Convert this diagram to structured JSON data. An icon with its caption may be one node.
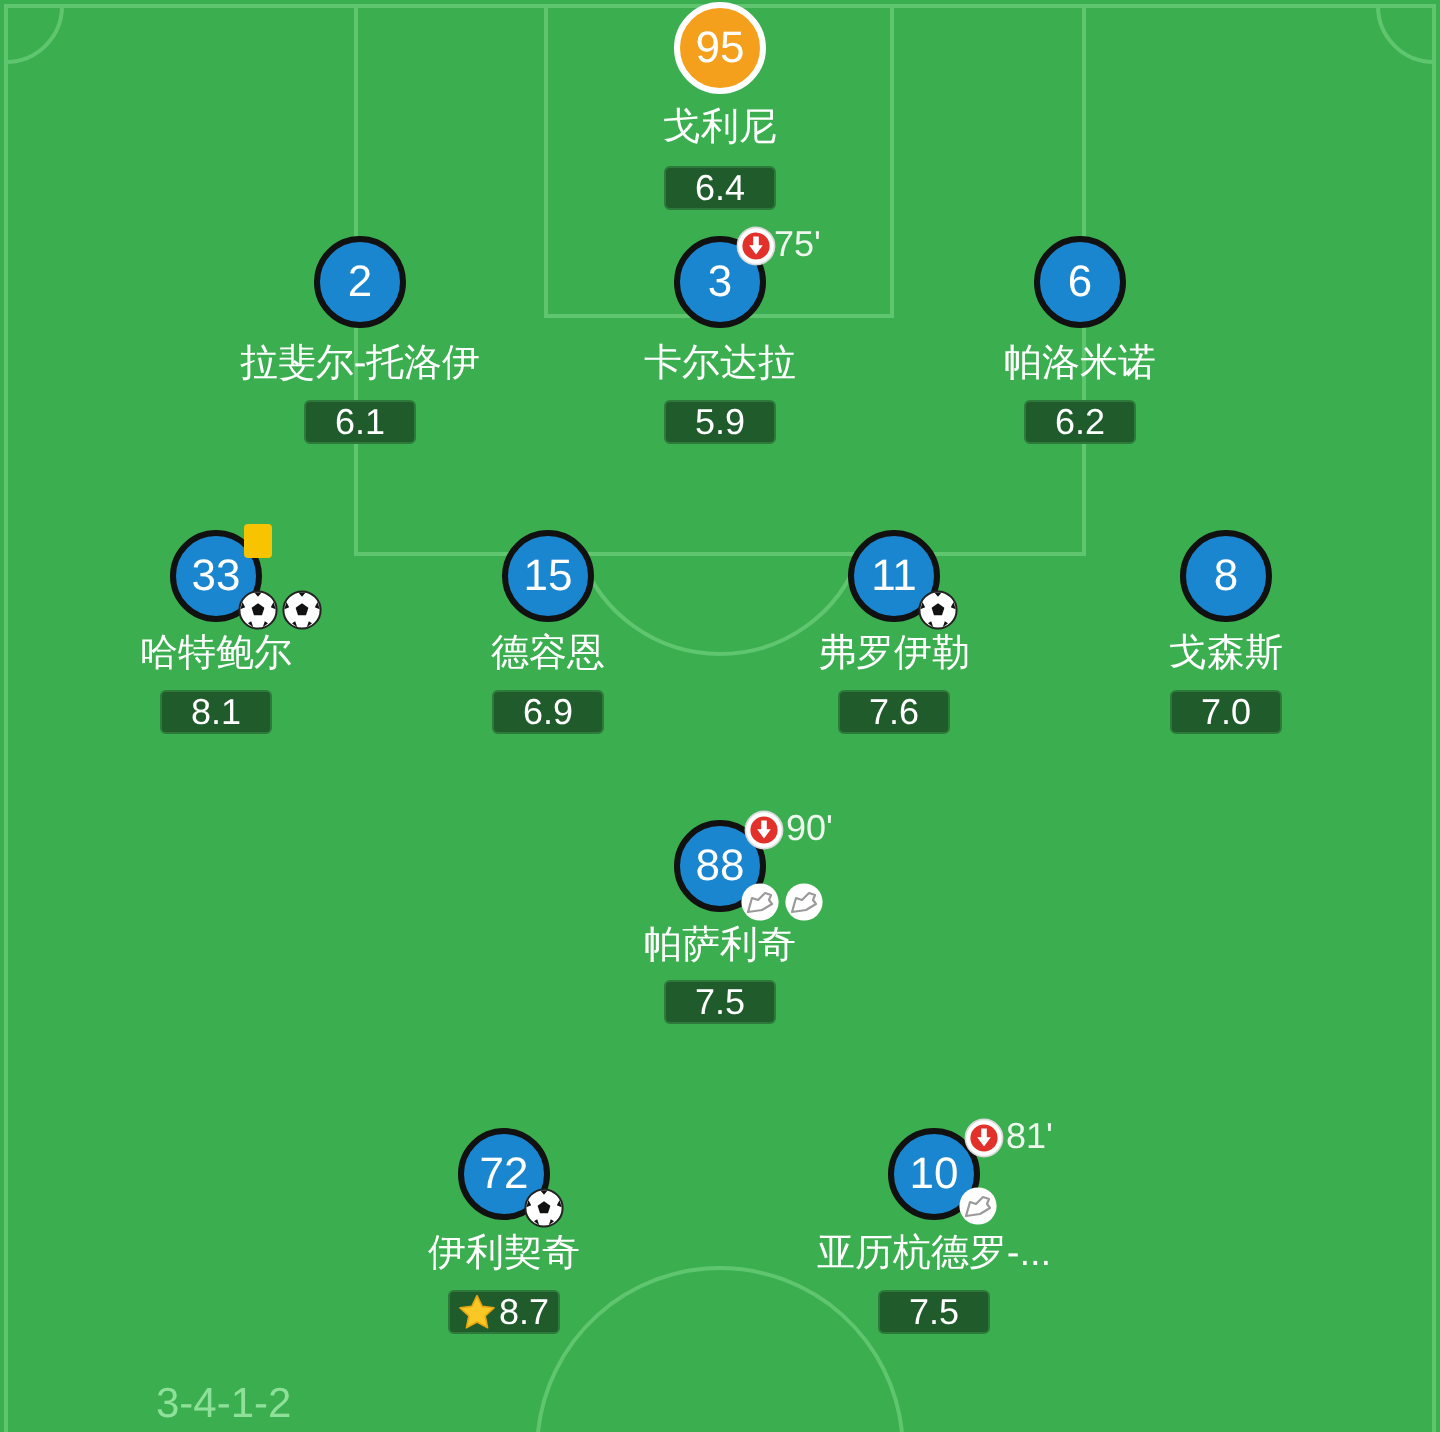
{
  "diagram": {
    "nodes": [
      {
        "text": [
          "95"
        ],
        "beside": [
          "戈利尼",
          "6.4"
        ]
      },
      {
        "text": [
          "2"
        ],
        "beside": [
          "拉斐尔-托洛伊",
          "6.1"
        ]
      },
      {
        "text": [
          "3"
        ],
        "beside": [
          "卡尔达拉",
          "5.9",
          "75'"
        ]
      },
      {
        "text": [
          "6"
        ],
        "beside": [
          "帕洛米诺",
          "6.2"
        ]
      },
      {
        "text": [
          "33"
        ],
        "beside": [
          "哈特鲍尔",
          "8.1"
        ]
      },
      {
        "text": [
          "15"
        ],
        "beside": [
          "德容恩",
          "6.9"
        ]
      },
      {
        "text": [
          "11"
        ],
        "beside": [
          "弗罗伊勒",
          "7.6"
        ]
      },
      {
        "text": [
          "8"
        ],
        "beside": [
          "戈森斯",
          "7.0"
        ]
      },
      {
        "text": [
          "88"
        ],
        "beside": [
          "帕萨利奇",
          "7.5",
          "90'"
        ]
      },
      {
        "text": [
          "72"
        ],
        "beside": [
          "伊利契奇",
          "8.7"
        ]
      },
      {
        "text": [
          "10"
        ],
        "beside": [
          "亚历杭德罗-...",
          "7.5",
          "81'"
        ]
      }
    ],
    "labels": [
      "3-4-1-2"
    ]
  }
}
